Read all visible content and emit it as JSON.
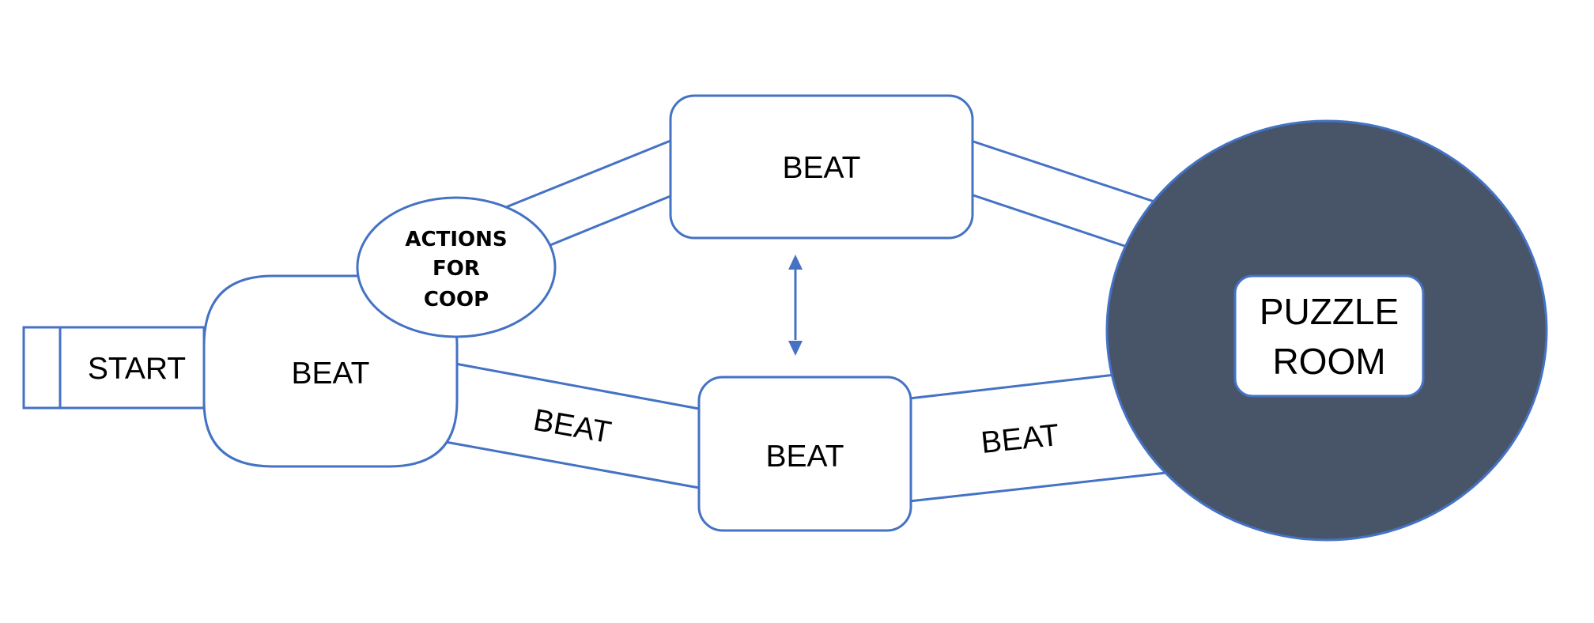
{
  "colors": {
    "stroke": "#4472C4",
    "circle_fill": "#485569",
    "box_fill": "#FFFFFF",
    "text": "#000000"
  },
  "nodes": {
    "start": {
      "label": "START"
    },
    "beat_left": {
      "label": "BEAT"
    },
    "actions": {
      "lines": [
        "ACTIONS",
        "FOR",
        "COOP"
      ]
    },
    "beat_top": {
      "label": "BEAT"
    },
    "beat_bottom": {
      "label": "BEAT"
    },
    "puzzle_room": {
      "lines": [
        "PUZZLE",
        "ROOM"
      ]
    }
  },
  "connectors": {
    "left_to_bottom_label": "BEAT",
    "bottom_to_room_label": "BEAT"
  }
}
